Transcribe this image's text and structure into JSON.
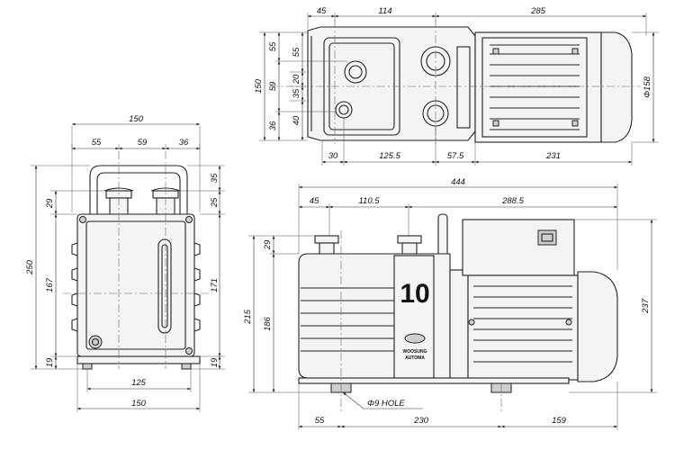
{
  "front_view": {
    "width_total": "150",
    "width_left": "55",
    "width_mid": "59",
    "width_right": "36",
    "height_total": "250",
    "height_body": "167",
    "port_offset": "29",
    "base_offset": "19",
    "right_top": "35",
    "right_port": "25",
    "right_body": "171",
    "right_base": "19",
    "base_inner": "125",
    "base_outer": "150"
  },
  "top_view": {
    "top_a": "45",
    "top_b": "114",
    "top_c": "285",
    "left_total": "150",
    "left_a": "55",
    "left_b": "59",
    "left_c": "36",
    "inner_a": "55",
    "inner_b": "20",
    "inner_c": "35",
    "inner_d": "40",
    "motor_dia": "Φ158",
    "bottom_a": "30",
    "bottom_b": "125.5",
    "bottom_c": "57.5",
    "bottom_d": "231"
  },
  "side_view": {
    "overall": "444",
    "seg_a": "45",
    "seg_b": "110.5",
    "seg_c": "288.5",
    "port_height": "29",
    "height_total": "215",
    "height_body": "186",
    "height_motor": "237",
    "hole_label": "Φ9 HOLE",
    "base_a": "55",
    "base_b": "230",
    "base_c": "159",
    "model_number": "10",
    "brand_line1": "WOOSUNG",
    "brand_line2": "AUTOMA"
  }
}
